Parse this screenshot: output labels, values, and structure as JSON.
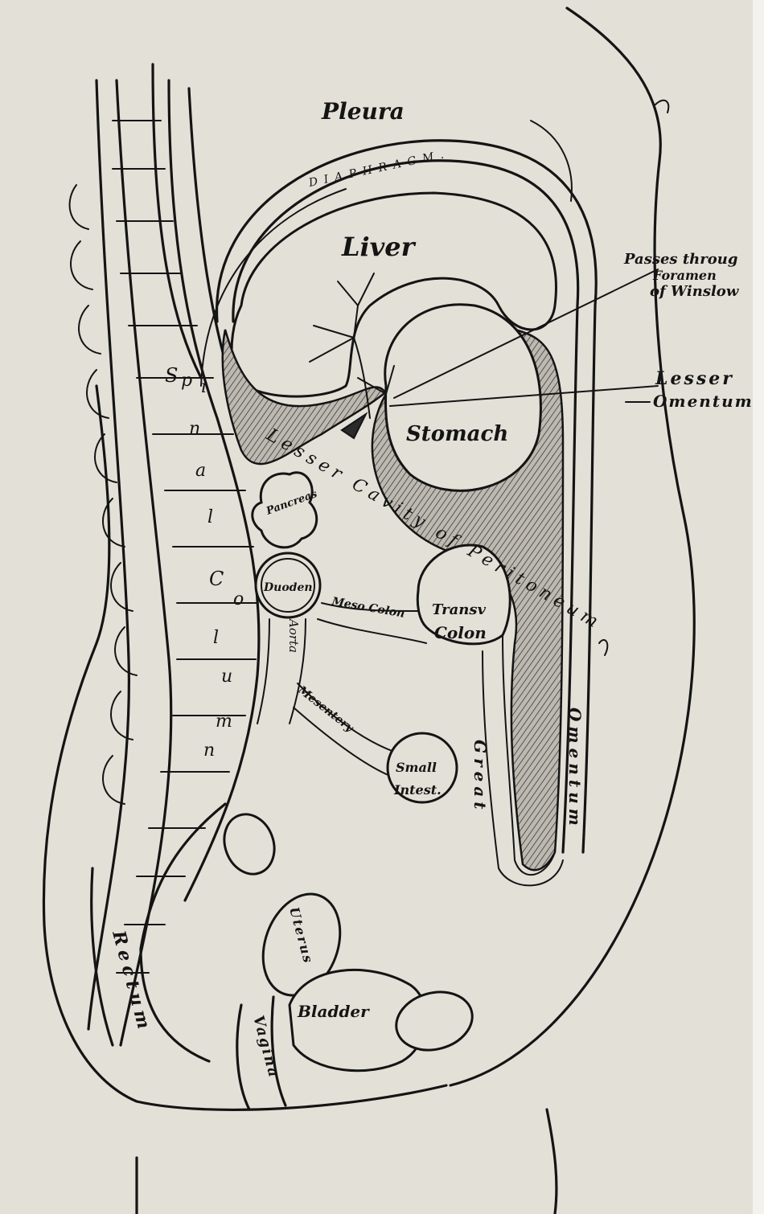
{
  "labels": {
    "pleura": "Pleura",
    "diaphragm": "DIAPHRAGM.",
    "liver": "Liver",
    "passes_line1": "Passes throug",
    "passes_line2": "Foramen",
    "passes_line3": "of Winslow",
    "lesser_line1": "Lesser",
    "lesser_line2": "Omentum",
    "stomach": "Stomach",
    "spinal_s": "S",
    "spinal_p": "p",
    "spinal_i": "i",
    "spinal_n": "n",
    "spinal_a": "a",
    "spinal_l": "l",
    "column_c": "C",
    "column_o": "o",
    "column_l": "l",
    "column_u": "u",
    "column_m": "m",
    "column_n": "n",
    "pancreas": "Pancreas",
    "lesser_cavity": "Lesser Cavity of Peritoneum",
    "duodenum": "Duoden",
    "aorta": "Aorta",
    "meso_colon": "Meso Colon",
    "transv_line1": "Transv",
    "transv_line2": "Colon",
    "mesentery": "Mesentery",
    "small_line1": "Small",
    "small_line2": "Intest.",
    "great": "Great",
    "omentum": "Omentum",
    "rectum": "Rectum",
    "uterus": "Uterus",
    "vagina": "Vagina",
    "bladder": "Bladder"
  },
  "colors": {
    "paper": "#e3e0d7",
    "ink": "#141414"
  }
}
